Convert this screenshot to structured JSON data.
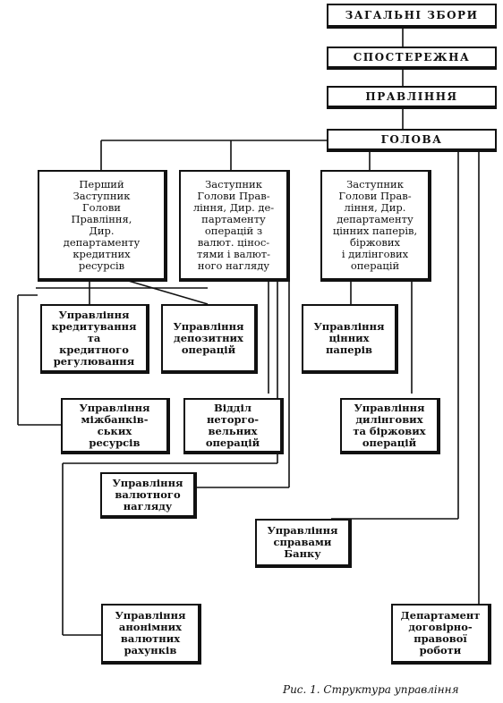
{
  "top_boxes": {
    "general_meeting": "ЗАГАЛЬНІ ЗБОРИ",
    "supervisory": "СПОСТЕРЕЖНА",
    "board": "ПРАВЛІННЯ",
    "head": "ГОЛОВА"
  },
  "deputies": {
    "first": "Перший\nЗаступник\nГолови\nПравління,\nДир.\nдепартаменту\nкредитних\nресурсів",
    "currency": "Заступник\nГолови Прав-\nління, Дир. де-\nпартаменту\nоперацій з\nвалют. цінос-\nтями і валют-\nного нагляду",
    "securities": "Заступник\nГолови Прав-\nління, Дир.\nдепартаменту\nцінних паперів,\nбіржових\nі дилінгових\nоперацій"
  },
  "units": {
    "credit": "Управління\nкредитування\nта\nкредитного\nрегулювання",
    "deposit": "Управління\nдепозитних\nоперацій",
    "interbank": "Управління\nміжбанків-\nських\nресурсів",
    "non_trade": "Відділ\nнеторго-\nвельних\nоперацій",
    "securities": "Управління\nцінних\nпаперів",
    "dealing": "Управління\nдилінгових\nта біржових\nоперацій",
    "currency_control": "Управління\nвалютного\nнагляду",
    "bank_affairs": "Управління\nсправами\nБанку",
    "anonymous": "Управління\nанонімних\nвалютних\nрахунків",
    "legal": "Департамент\nдоговірно-\nправової\nроботи"
  },
  "caption": "Рис. 1. Структура управління"
}
